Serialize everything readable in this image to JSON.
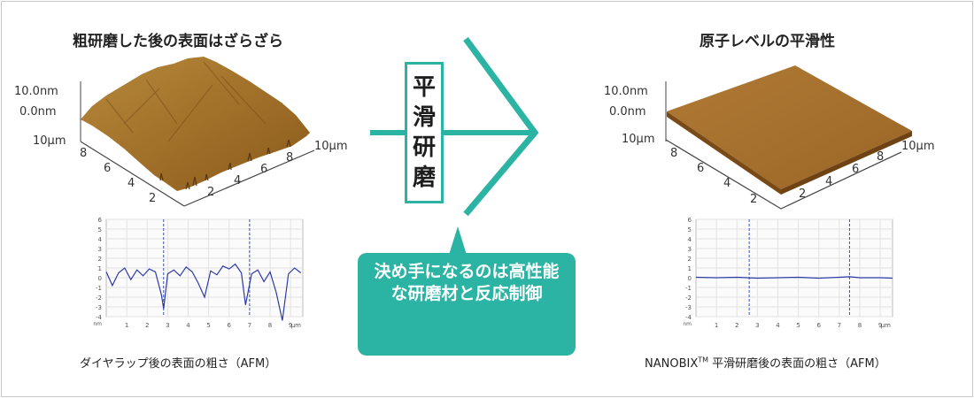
{
  "left_panel": {
    "title": "粗研磨した後の表面はざらざら",
    "z_ticks": [
      "10.0nm",
      "0.0nm"
    ],
    "y_axis_end": "10μm",
    "y_ticks": [
      "8",
      "6",
      "4",
      "2"
    ],
    "x_axis_end": "10μm",
    "x_ticks": [
      "2",
      "4",
      "6",
      "8"
    ],
    "caption": "ダイヤラップ後の表面の粗さ（AFM）"
  },
  "right_panel": {
    "title": "原子レベルの平滑性",
    "z_ticks": [
      "10.0nm",
      "0.0nm"
    ],
    "y_axis_end": "10μm",
    "y_ticks": [
      "8",
      "6",
      "4",
      "2"
    ],
    "x_axis_end": "10μm",
    "x_ticks": [
      "2",
      "4",
      "6",
      "8"
    ],
    "caption_main": "NANOBIX",
    "caption_sup": "TM",
    "caption_rest": " 平滑研磨後の表面の粗さ（AFM）"
  },
  "process_label": [
    "平",
    "滑",
    "研",
    "磨"
  ],
  "callout_text": "決め手になるのは高性能な研磨材と反応制御",
  "profile_axis": {
    "y_ticks": [
      "6",
      "5",
      "4",
      "3",
      "2",
      "1",
      "0",
      "-1",
      "-2",
      "-3",
      "-4"
    ],
    "y_unit": "nm",
    "x_ticks": [
      "1",
      "2",
      "3",
      "4",
      "5",
      "6",
      "7",
      "8",
      "9"
    ],
    "x_unit": "μm"
  },
  "chart_data": [
    {
      "type": "line",
      "series_desc": "rough",
      "x": [
        0.0,
        0.3,
        0.6,
        0.9,
        1.2,
        1.5,
        1.8,
        2.1,
        2.4,
        2.7,
        2.8,
        3.0,
        3.3,
        3.6,
        3.9,
        4.2,
        4.5,
        4.8,
        5.1,
        5.4,
        5.7,
        6.0,
        6.3,
        6.6,
        6.8,
        7.1,
        7.4,
        7.7,
        8.0,
        8.3,
        8.6,
        8.9,
        9.2,
        9.5
      ],
      "y": [
        0.6,
        -0.8,
        0.5,
        1.0,
        -0.2,
        0.8,
        0.2,
        0.9,
        0.6,
        -1.8,
        -3.2,
        0.4,
        0.8,
        0.2,
        1.1,
        0.6,
        -0.6,
        -2.0,
        0.7,
        0.3,
        1.2,
        0.9,
        1.4,
        0.5,
        -2.8,
        0.4,
        0.8,
        -0.4,
        0.6,
        -1.5,
        -4.4,
        0.4,
        1.0,
        0.5
      ],
      "ylim": [
        -4,
        6
      ],
      "xlim": [
        0,
        9.6
      ],
      "markers_x": [
        2.8,
        7.0
      ]
    },
    {
      "type": "line",
      "series_desc": "smooth",
      "x": [
        0.0,
        1.0,
        2.0,
        3.0,
        4.0,
        5.0,
        6.0,
        7.0,
        7.5,
        8.0,
        9.0,
        9.6
      ],
      "y": [
        0.05,
        0.0,
        0.05,
        -0.05,
        0.0,
        0.05,
        -0.05,
        0.05,
        0.1,
        0.0,
        0.0,
        -0.05
      ],
      "ylim": [
        -4,
        6
      ],
      "xlim": [
        0,
        9.6
      ],
      "markers_x": [
        2.6,
        7.5
      ]
    }
  ]
}
